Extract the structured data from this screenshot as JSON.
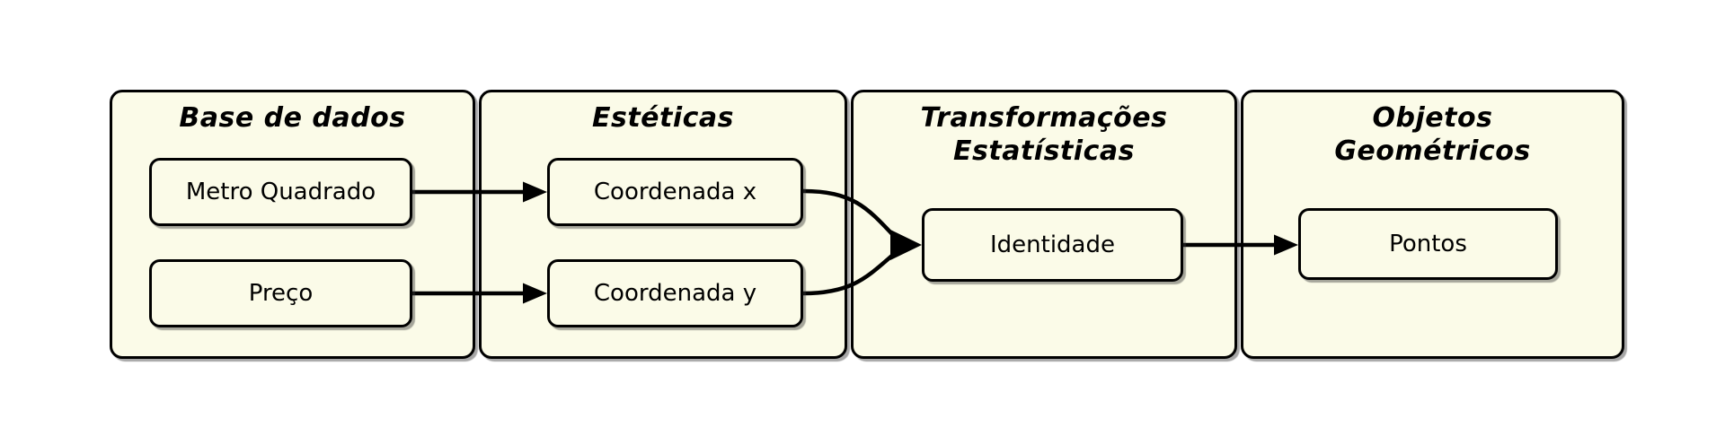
{
  "diagram": {
    "panels": [
      {
        "title": "Base de dados",
        "nodes": [
          {
            "label": "Metro Quadrado"
          },
          {
            "label": "Preço"
          }
        ]
      },
      {
        "title": "Estéticas",
        "nodes": [
          {
            "label": "Coordenada x"
          },
          {
            "label": "Coordenada y"
          }
        ]
      },
      {
        "title": "Transformações Estatísticas",
        "nodes": [
          {
            "label": "Identidade"
          }
        ]
      },
      {
        "title": "Objetos Geométricos",
        "nodes": [
          {
            "label": "Pontos"
          }
        ]
      }
    ],
    "edges": [
      {
        "from": "Metro Quadrado",
        "to": "Coordenada x"
      },
      {
        "from": "Preço",
        "to": "Coordenada y"
      },
      {
        "from": "Coordenada x",
        "to": "Identidade"
      },
      {
        "from": "Coordenada y",
        "to": "Identidade"
      },
      {
        "from": "Identidade",
        "to": "Pontos"
      }
    ],
    "colors": {
      "panel_fill": "#fbfbe8",
      "node_fill": "#fbfbe8",
      "border": "#000000",
      "text": "#000000",
      "page_background": "#ffffff"
    }
  }
}
